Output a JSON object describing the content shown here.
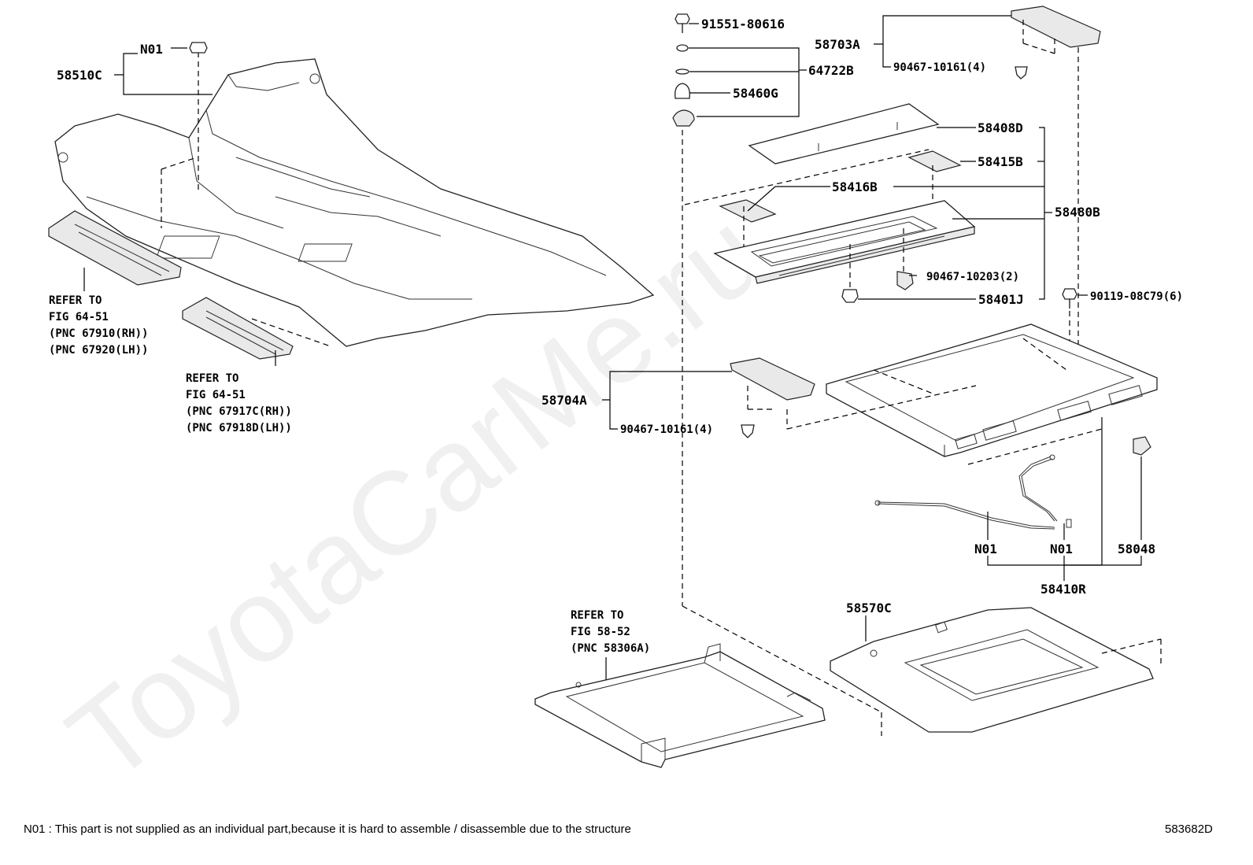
{
  "watermark": "ToyotaCarMe.ru",
  "diagram_id": "583682D",
  "footnote": "N01 : This part is not supplied as an individual part,because it is hard to assemble / disassemble due to the structure",
  "part_labels": {
    "p58510C": "58510C",
    "n01_top": "N01",
    "p91551": "91551-80616",
    "p64722B": "64722B",
    "p58460G": "58460G",
    "p58703A": "58703A",
    "p90467_10161_a": "90467-10161(4)",
    "p58408D": "58408D",
    "p58415B": "58415B",
    "p58416B": "58416B",
    "p58480B": "58480B",
    "p90467_10203": "90467-10203(2)",
    "p58401J": "58401J",
    "p90119": "90119-08C79(6)",
    "p58704A": "58704A",
    "p90467_10161_b": "90467-10161(4)",
    "n01_a": "N01",
    "n01_b": "N01",
    "p58048": "58048",
    "p58410R": "58410R",
    "p58570C": "58570C"
  },
  "references": {
    "ref1": [
      "REFER TO",
      "FIG 64-51",
      "(PNC 67910(RH))",
      "(PNC 67920(LH))"
    ],
    "ref2": [
      "REFER TO",
      "FIG 64-51",
      "(PNC 67917C(RH))",
      "(PNC 67918D(LH))"
    ],
    "ref3": [
      "REFER TO",
      "FIG 58-52",
      "(PNC 58306A)"
    ]
  }
}
